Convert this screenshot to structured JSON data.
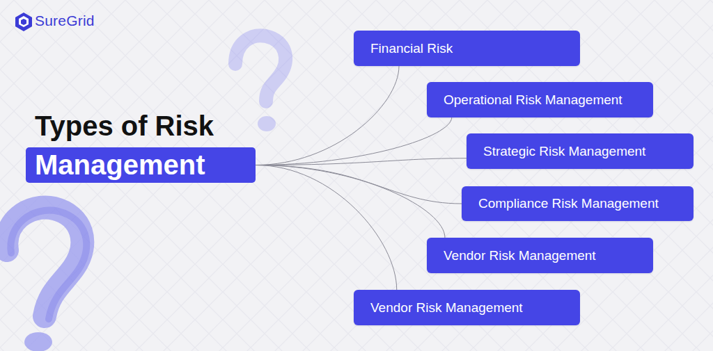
{
  "diagram": {
    "nodes": [
      {
        "text": [
          "Types of Risk",
          "Management"
        ]
      },
      {
        "text": [
          "Financial Risk"
        ]
      },
      {
        "text": [
          "Operational Risk Management"
        ]
      },
      {
        "text": [
          "Strategic Risk Management"
        ]
      },
      {
        "text": [
          "Compliance Risk Management"
        ]
      },
      {
        "text": [
          "Vendor Risk Management"
        ]
      },
      {
        "text": [
          "Vendor Risk Management"
        ]
      }
    ],
    "edges": [
      {
        "from": 0,
        "to": 1,
        "arrow": "none"
      },
      {
        "from": 0,
        "to": 2,
        "arrow": "none"
      },
      {
        "from": 0,
        "to": 3,
        "arrow": "none"
      },
      {
        "from": 0,
        "to": 4,
        "arrow": "none"
      },
      {
        "from": 0,
        "to": 5,
        "arrow": "none"
      },
      {
        "from": 0,
        "to": 6,
        "arrow": "none"
      }
    ],
    "labels": [
      "SureGrid"
    ]
  }
}
